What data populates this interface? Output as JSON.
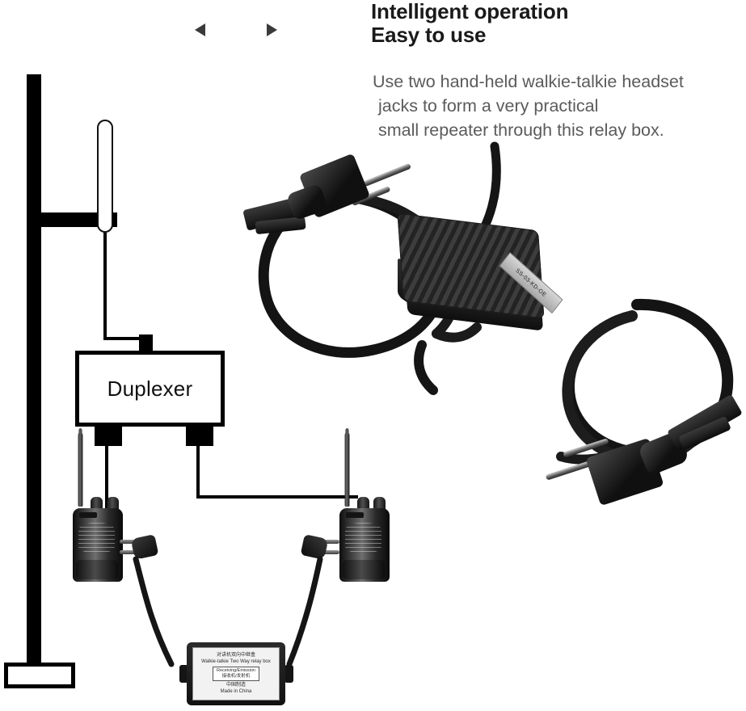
{
  "headline": {
    "line1": "Intelligent operation",
    "line2": "Easy to use"
  },
  "body": {
    "line1": "Use two hand-held walkie-talkie headset",
    "line2": "jacks to form a very practical",
    "line3": "small repeater through this relay box."
  },
  "diagram": {
    "duplexer_label": "Duplexer",
    "antenna_name": "dipole-antenna",
    "mast_name": "antenna-mast",
    "relay_box": {
      "title_cn": "对讲机双向中继盒",
      "title_en": "Walkie-talkie Two Way relay box",
      "center_en": "Receiving/Emission",
      "center_cn": "接收机/发射机",
      "origin_cn": "中国制造",
      "origin_en": "Made in China"
    },
    "radio_left_name": "handheld-radio-left",
    "radio_right_name": "handheld-radio-right"
  },
  "photo": {
    "unit_label": "relay-interface-box",
    "sticker_text": "SS-03-KD-OE",
    "plug_top_name": "k-type-2-pin-plug-top",
    "plug_bottom_name": "k-type-2-pin-plug-bottom"
  },
  "colors": {
    "background": "#ffffff",
    "headline": "#1a1a1a",
    "body_text": "#5b5b5b",
    "diagram_stroke": "#000000",
    "product_black": "#171717"
  }
}
